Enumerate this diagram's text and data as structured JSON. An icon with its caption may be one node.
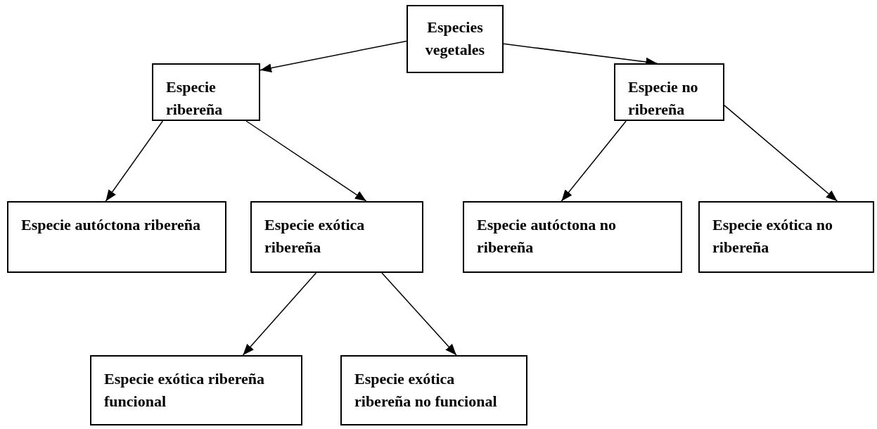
{
  "diagram": {
    "nodes": [
      {
        "text": [
          "Especies vegetales"
        ]
      },
      {
        "text": [
          "Especie ribereña"
        ]
      },
      {
        "text": [
          "Especie no ribereña"
        ]
      },
      {
        "text": [
          "Especie autóctona ribereña"
        ]
      },
      {
        "text": [
          "Especie exótica ribereña"
        ]
      },
      {
        "text": [
          "Especie autóctona no ribereña"
        ]
      },
      {
        "text": [
          "Especie exótica no ribereña"
        ]
      },
      {
        "text": [
          "Especie exótica ribereña funcional"
        ]
      },
      {
        "text": [
          "Especie exótica ribereña no funcional"
        ]
      }
    ],
    "edges": [
      {
        "from": 0,
        "to": 1,
        "arrow": "to"
      },
      {
        "from": 0,
        "to": 2,
        "arrow": "to"
      },
      {
        "from": 1,
        "to": 3,
        "arrow": "to"
      },
      {
        "from": 1,
        "to": 4,
        "arrow": "to"
      },
      {
        "from": 2,
        "to": 5,
        "arrow": "to"
      },
      {
        "from": 2,
        "to": 6,
        "arrow": "to"
      },
      {
        "from": 4,
        "to": 7,
        "arrow": "to"
      },
      {
        "from": 4,
        "to": 8,
        "arrow": "to"
      }
    ]
  }
}
